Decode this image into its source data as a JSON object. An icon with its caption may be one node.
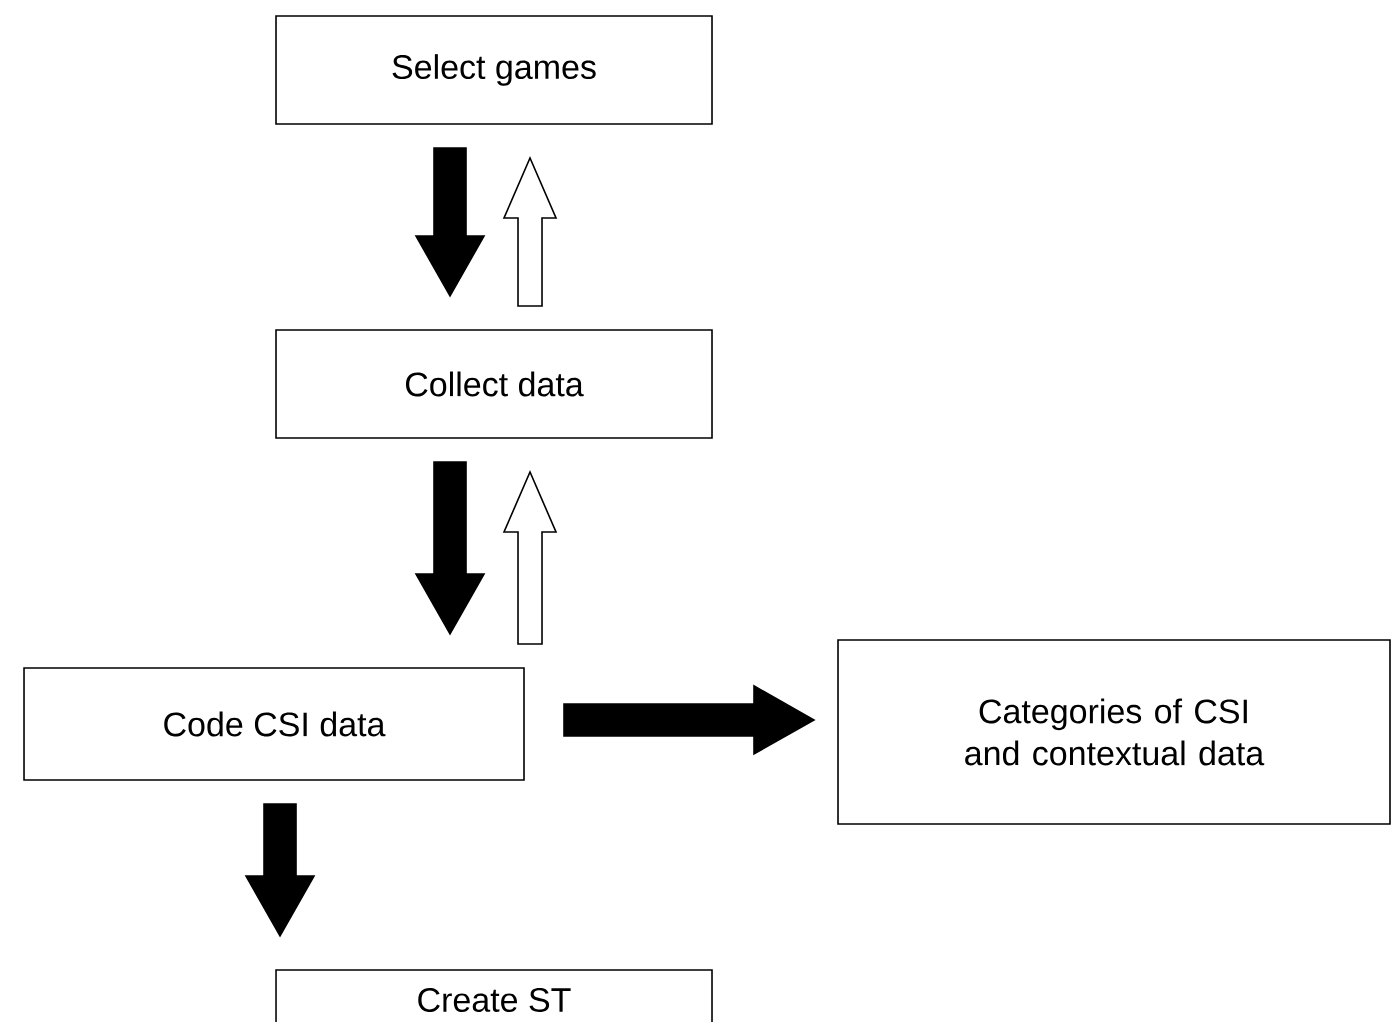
{
  "diagram": {
    "nodes": [
      {
        "text": [
          "Select games"
        ]
      },
      {
        "text": [
          "Collect data"
        ]
      },
      {
        "text": [
          "Code CSI data"
        ]
      },
      {
        "text": [
          "Categories of CSI and contextual data"
        ]
      },
      {
        "text": [
          "Create ST"
        ]
      }
    ],
    "edges": [
      {
        "from": 0,
        "to": 1,
        "arrow": "to",
        "style": "thick"
      },
      {
        "from": 1,
        "to": 0,
        "arrow": "to",
        "color": "#ffffff"
      },
      {
        "from": 1,
        "to": 2,
        "arrow": "to",
        "style": "thick"
      },
      {
        "from": 2,
        "to": 1,
        "arrow": "to",
        "color": "#ffffff"
      },
      {
        "from": 2,
        "to": 3,
        "arrow": "to",
        "style": "thick"
      },
      {
        "from": 2,
        "to": 4,
        "arrow": "to",
        "style": "thick"
      }
    ]
  }
}
